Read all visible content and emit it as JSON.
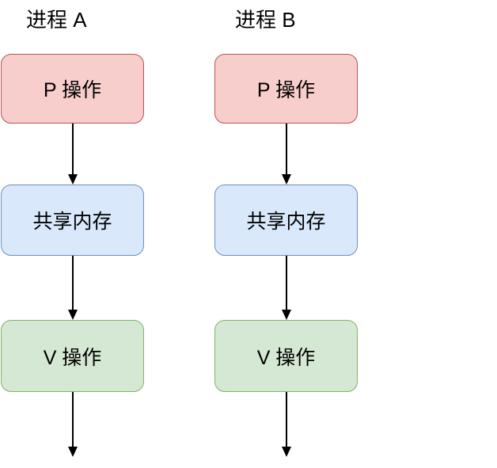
{
  "diagram": {
    "background": "#ffffff",
    "text_color": "#000000",
    "arrow_color": "#000000",
    "columns": [
      {
        "title": "进程 A",
        "nodes": [
          {
            "label": "P 操作",
            "fill": "#f8cecc",
            "stroke": "#b85450"
          },
          {
            "label": "共享内存",
            "fill": "#dae8fc",
            "stroke": "#6c8ebf"
          },
          {
            "label": "V 操作",
            "fill": "#d5e8d4",
            "stroke": "#82b366"
          }
        ]
      },
      {
        "title": "进程 B",
        "nodes": [
          {
            "label": "P 操作",
            "fill": "#f8cecc",
            "stroke": "#b85450"
          },
          {
            "label": "共享内存",
            "fill": "#dae8fc",
            "stroke": "#6c8ebf"
          },
          {
            "label": "V 操作",
            "fill": "#d5e8d4",
            "stroke": "#82b366"
          }
        ]
      }
    ]
  }
}
